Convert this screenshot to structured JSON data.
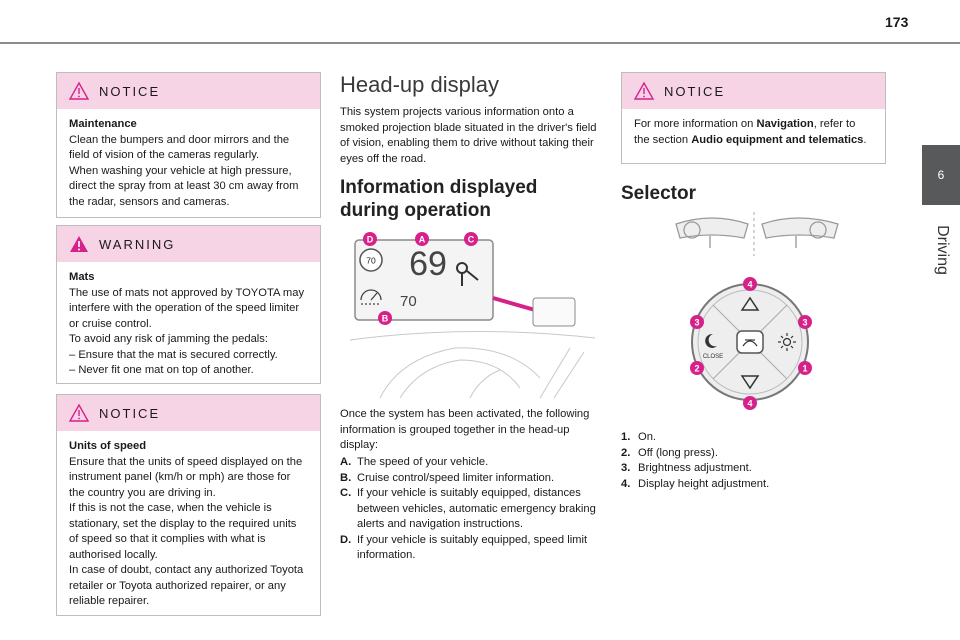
{
  "page": {
    "number": "173",
    "chapter_number": "6",
    "chapter_label": "Driving"
  },
  "notice1": {
    "heading": "NOTICE",
    "lines": [
      {
        "text": "Maintenance",
        "bold": true
      },
      {
        "text": "Clean the bumpers and door mirrors and the field of vision of the cameras regularly."
      },
      {
        "text": "When washing your vehicle at high pressure, direct the spray from at least 30 cm away from the radar, sensors and cameras."
      }
    ]
  },
  "warning": {
    "heading": "WARNING",
    "lines": [
      {
        "text": "Mats",
        "bold": true
      },
      {
        "text": "The use of mats not approved by TOYOTA may interfere with the operation of the speed limiter or cruise control."
      },
      {
        "text": "To avoid any risk of jamming the pedals:"
      },
      {
        "text": "– Ensure that the mat is secured correctly.",
        "dash": true
      },
      {
        "text": "– Never fit one mat on top of another.",
        "dash": true
      }
    ]
  },
  "notice2": {
    "heading": "NOTICE",
    "lines": [
      {
        "text": "Units of speed",
        "bold": true
      },
      {
        "text": "Ensure that the units of speed displayed on the instrument panel (km/h or mph) are those for the country you are driving in."
      },
      {
        "text": "If this is not the case, when the vehicle is stationary, set the display to the required units of speed so that it complies with what is authorised locally."
      },
      {
        "text": "In case of doubt, contact any authorized Toyota retailer or Toyota authorized repairer, or any reliable repairer."
      }
    ]
  },
  "hud": {
    "title": "Head-up display",
    "intro": "This system projects various information onto a smoked projection blade situated in the driver's field of vision, enabling them to drive without taking their eyes off the road.",
    "subtitle": "Information displayed during operation",
    "figure": {
      "speed": "69",
      "limit_sign": "70",
      "cruise_value": "70",
      "callouts": [
        "D",
        "A",
        "C",
        "B"
      ]
    },
    "after_text": "Once the system has been activated, the following information is grouped together in the head-up display:",
    "items": [
      {
        "key": "A.",
        "text": "The speed of your vehicle."
      },
      {
        "key": "B.",
        "text": "Cruise control/speed limiter information."
      },
      {
        "key": "C.",
        "text": "If your vehicle is suitably equipped, distances between vehicles, automatic emergency braking alerts and navigation instructions."
      },
      {
        "key": "D.",
        "text": "If your vehicle is suitably equipped, speed limit information."
      }
    ]
  },
  "notice3": {
    "heading": "NOTICE",
    "pre": "For more information on ",
    "nav": "Navigation",
    "mid": ", refer to the section ",
    "section": "Audio equipment and telematics",
    "post": "."
  },
  "selector": {
    "title": "Selector",
    "close_label": "CLOSE",
    "callouts": [
      "4",
      "3",
      "3",
      "2",
      "1",
      "4"
    ],
    "items": [
      {
        "key": "1.",
        "text": "On."
      },
      {
        "key": "2.",
        "text": "Off (long press)."
      },
      {
        "key": "3.",
        "text": "Brightness adjustment."
      },
      {
        "key": "4.",
        "text": "Display height adjustment."
      }
    ]
  },
  "colors": {
    "notice_header": "#f7d3e6",
    "accent": "#d6218a",
    "warning_icon": "#d6218a",
    "chapter_tab": "#58595b"
  },
  "icons": [
    "warning-triangle-icon",
    "steering-wheel-icon",
    "moon-icon",
    "sun-icon",
    "head-up-display-icon",
    "speed-limiter-icon"
  ]
}
